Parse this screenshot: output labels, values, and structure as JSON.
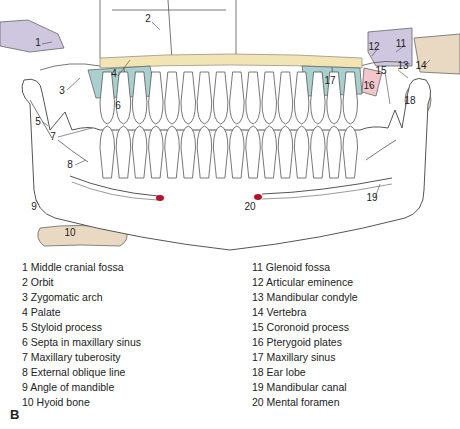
{
  "diagram": {
    "labels": [
      "1",
      "2",
      "3",
      "4",
      "5",
      "6",
      "7",
      "8",
      "9",
      "10",
      "11",
      "12",
      "13",
      "14",
      "15",
      "16",
      "17",
      "18",
      "19",
      "20",
      "B",
      "1 Middle cranial fossa",
      "2 Orbit",
      "3 Zygomatic arch",
      "4 Palate",
      "5 Styloid process",
      "6 Septa in maxillary sinus",
      "7 Maxillary tuberosity",
      "8 External oblique line",
      "9 Angle of mandible",
      "10 Hyoid bone",
      "11 Glenoid fossa",
      "12 Articular eminence",
      "13 Mandibular condyle",
      "14 Vertebra",
      "15 Coronoid process",
      "16 Pterygoid plates",
      "17 Maxillary sinus",
      "18 Ear lobe",
      "19 Mandibular canal",
      "20 Mental foramen"
    ]
  }
}
